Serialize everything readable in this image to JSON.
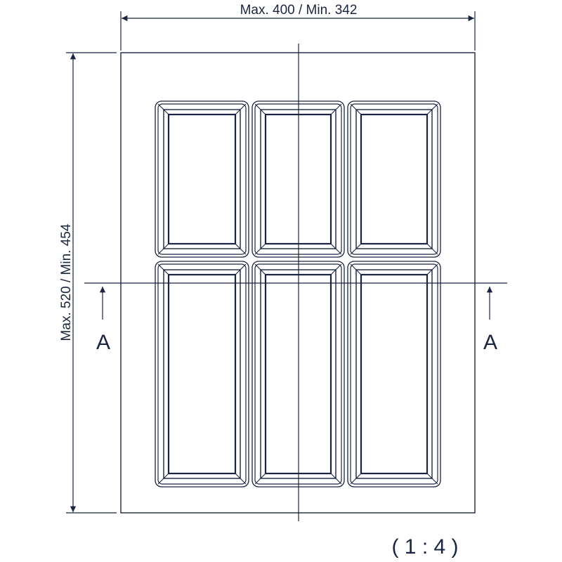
{
  "drawing": {
    "width_dimension": "Max. 400 / Min. 342",
    "height_dimension": "Max. 520 / Min. 454",
    "section_marker_left": "A",
    "section_marker_right": "A",
    "scale": "( 1 : 4 )",
    "line_color": "#1b2440",
    "compartments": {
      "top_row_count": 3,
      "bottom_row_count": 3
    }
  }
}
